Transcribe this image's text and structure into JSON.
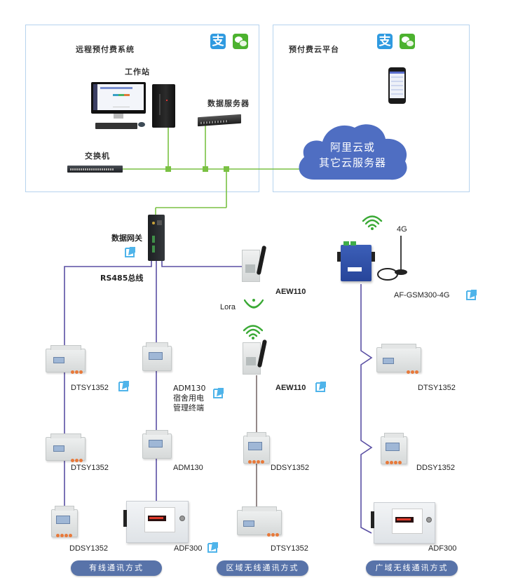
{
  "colors": {
    "panel_border": "#b6d3ee",
    "ethernet_line": "#7ac143",
    "rs485_line": "#5a4fa3",
    "wireless_link_line": "#7a6a6a",
    "cloud_fill": "#4f6ec2",
    "pill_fill": "#5873a9",
    "signal_green": "#3aa935",
    "alipay_blue": "#2f9ae0",
    "wechat_green": "#4cb22f",
    "link_icon_blue": "#4fb4ea"
  },
  "left_panel": {
    "title": "远程预付费系统",
    "workstation_label": "工作站",
    "data_server_label": "数据服务器",
    "switch_label": "交换机",
    "payment_icons": [
      "alipay-icon",
      "wechat-pay-icon"
    ]
  },
  "right_panel": {
    "title": "预付费云平台",
    "cloud_line1": "阿里云或",
    "cloud_line2": "其它云服务器",
    "payment_icons": [
      "alipay-icon",
      "wechat-pay-icon"
    ],
    "device_icon": "smartphone-icon"
  },
  "gateway": {
    "label": "数据网关",
    "bus_label": "RS485总线"
  },
  "wireless_region": {
    "lora_label": "Lora",
    "repeater_top_label": "AEW110",
    "repeater_bottom_label": "AEW110"
  },
  "wan": {
    "antenna_label": "4G",
    "gateway_label": "AF-GSM300-4G"
  },
  "columns": {
    "wired_left": [
      "DTSY1352",
      "DTSY1352",
      "DDSY1352"
    ],
    "wired_right": {
      "top_lines": [
        "ADM130",
        "宿舍用电",
        "管理终端"
      ],
      "middle": "ADM130",
      "bottom": "ADF300"
    },
    "local_wireless": [
      "DDSY1352",
      "DTSY1352"
    ],
    "wide_wireless": [
      "DTSY1352",
      "DDSY1352",
      "ADF300"
    ]
  },
  "footer": {
    "wired": "有线通讯方式",
    "local_wireless": "区域无线通讯方式",
    "wide_wireless": "广域无线通讯方式"
  }
}
